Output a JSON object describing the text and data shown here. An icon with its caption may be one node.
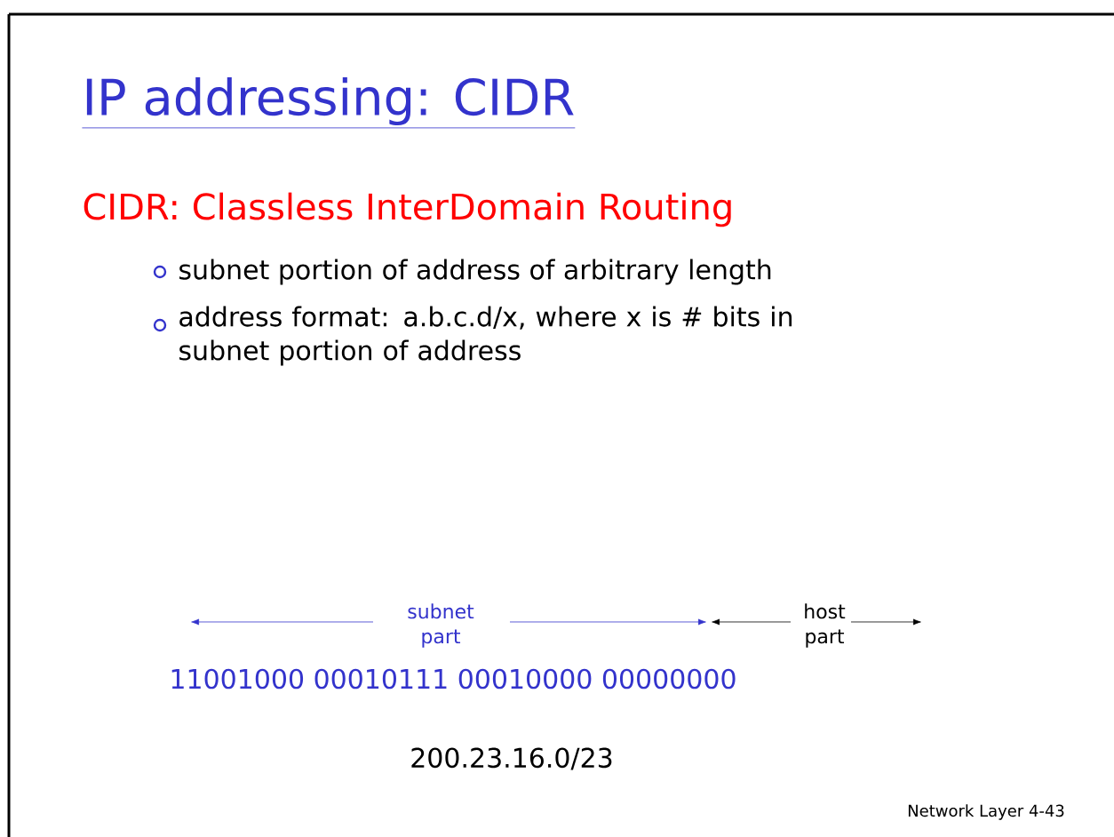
{
  "diagram": {
    "title": "IP addressing: CIDR",
    "labels": [
      "CIDR: Classless InterDomain Routing",
      "subnet portion of address of arbitrary length",
      "address format: a.b.c.d/x, where x is # bits in subnet portion of address",
      "subnet part",
      "host part",
      "11001000 00010111 00010000 00000000",
      "200.23.16.0/23",
      "Network Layer 4-43"
    ]
  }
}
